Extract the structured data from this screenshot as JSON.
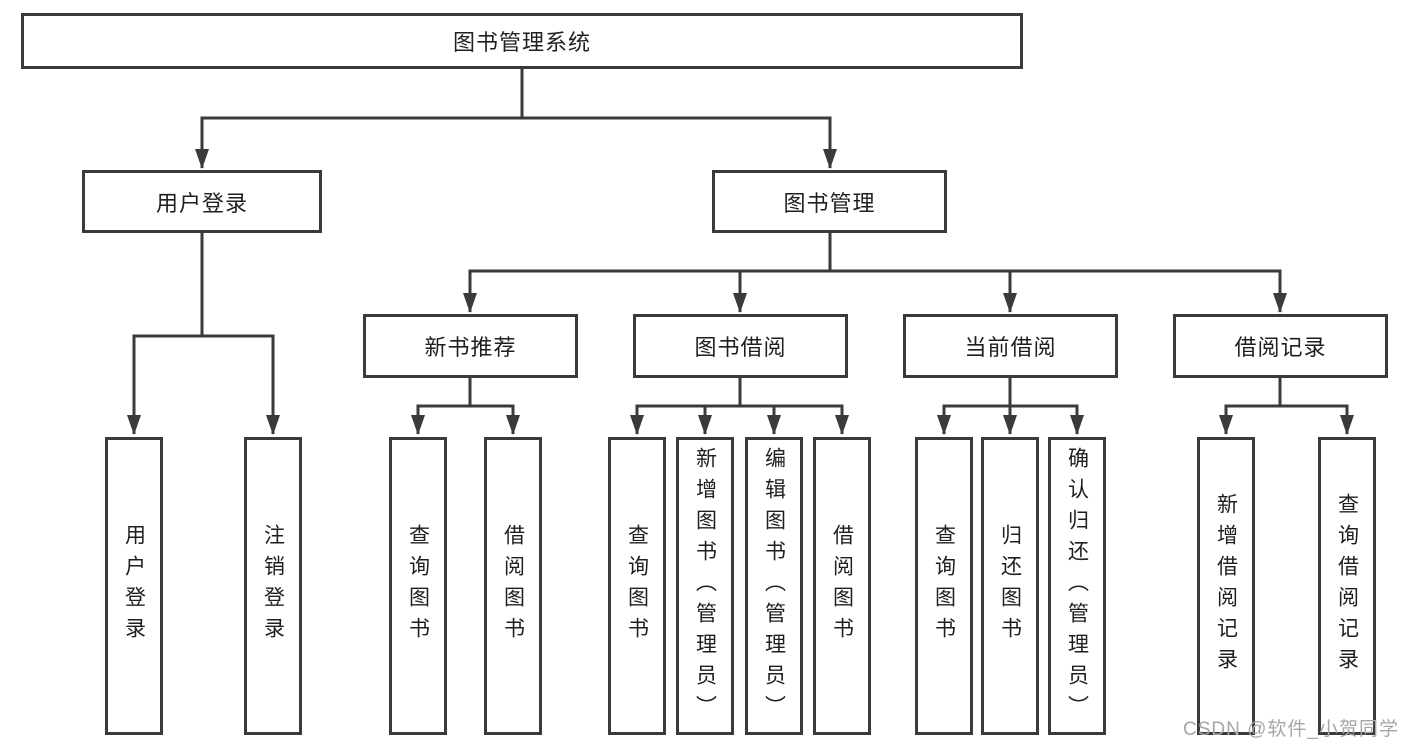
{
  "diagram": {
    "root": "图书管理系统",
    "login_branch": {
      "label": "用户登录",
      "children": [
        "用户登录",
        "注销登录"
      ]
    },
    "management_branch": {
      "label": "图书管理",
      "sections": [
        {
          "label": "新书推荐",
          "children": [
            "查询图书",
            "借阅图书"
          ]
        },
        {
          "label": "图书借阅",
          "children": [
            "查询图书",
            "新增图书（管理员）",
            "编辑图书（管理员）",
            "借阅图书"
          ]
        },
        {
          "label": "当前借阅",
          "children": [
            "查询图书",
            "归还图书",
            "确认归还（管理员）"
          ]
        },
        {
          "label": "借阅记录",
          "children": [
            "新增借阅记录",
            "查询借阅记录"
          ]
        }
      ]
    }
  },
  "watermark": "CSDN @软件_小贺同学",
  "colors": {
    "line": "#3a3a3a",
    "text": "#1f1f1f",
    "watermark": "#a6a6a6",
    "background": "#ffffff"
  }
}
